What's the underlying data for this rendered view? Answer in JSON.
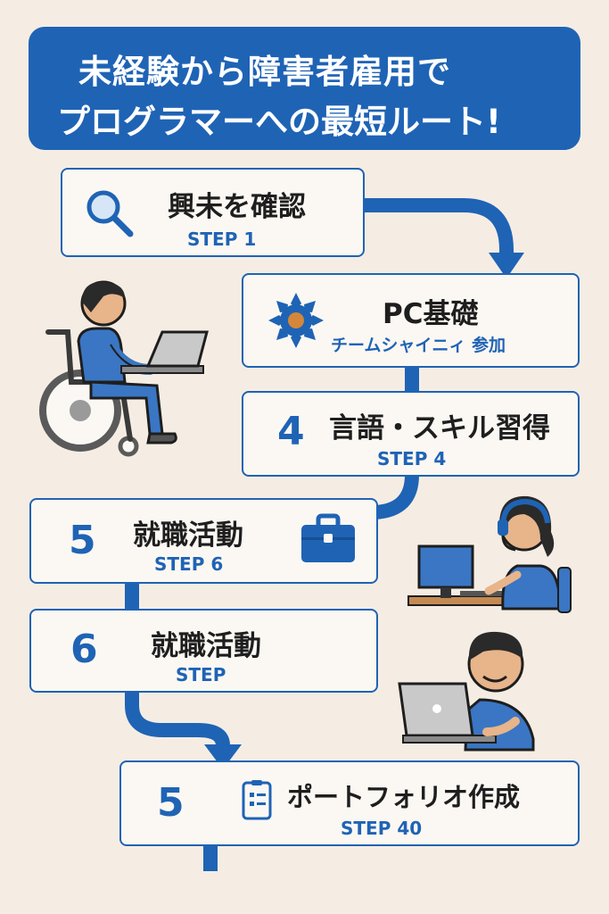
{
  "banner": {
    "line1": "未経験から障害者雇用で",
    "line2": "プログラマーへの最短ルート!"
  },
  "steps": [
    {
      "title": "興未を確認",
      "subtitle": "STEP 1",
      "icon": "magnifier-icon"
    },
    {
      "title": "PC基礎",
      "subtitle": "チームシャイニィ 参加",
      "icon": "gear-icon"
    },
    {
      "number": "4",
      "title": "言語・スキル習得",
      "subtitle": "STEP 4"
    },
    {
      "number": "5",
      "title": "就職活動",
      "subtitle": "STEP 6",
      "icon": "briefcase-icon"
    },
    {
      "number": "6",
      "title": "就職活動",
      "subtitle": "STEP"
    },
    {
      "number": "5",
      "title": "ポートフォリオ作成",
      "subtitle": "STEP 40",
      "icon": "document-icon"
    }
  ],
  "illustrations": [
    "wheelchair-user-laptop",
    "headset-worker-desktop",
    "person-laptop"
  ],
  "colors": {
    "accent": "#1f63b5",
    "background": "#f5ede3",
    "icon_orange": "#d4873a"
  }
}
